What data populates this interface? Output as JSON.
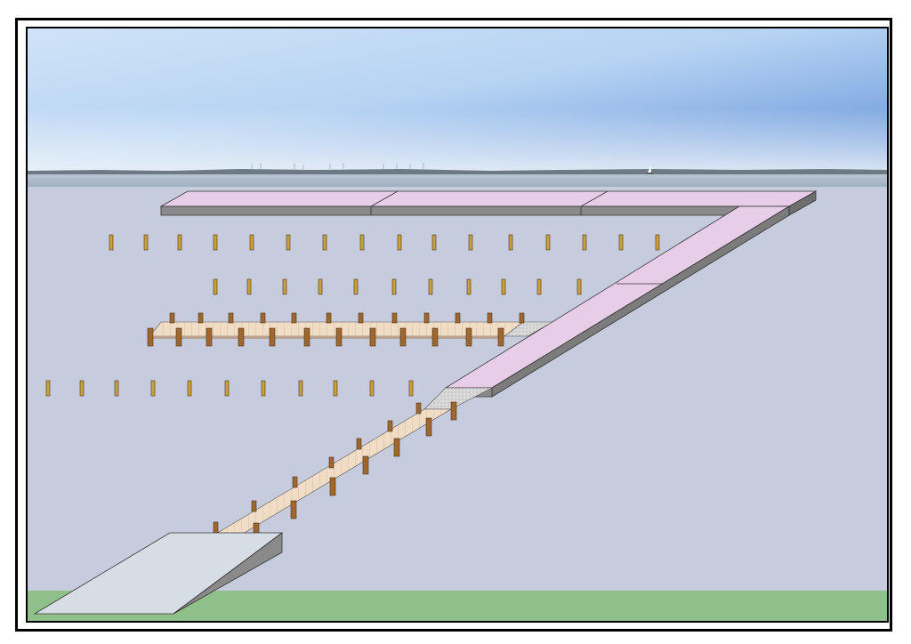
{
  "scene": {
    "colors": {
      "sky_top": "#5f8fd6",
      "sky_mid": "#b8d4f2",
      "sky_horizon": "#eef3f8",
      "distant_water": "#a9b8c8",
      "water": "#c6ccdd",
      "shore_grass": "#8fc08a",
      "pontoon_top": "#e8cde8",
      "pontoon_side": "#7c7c7c",
      "walkway_deck": "#f1dcc6",
      "post_wood": "#a0662e",
      "pile_gold": "#c9a03a",
      "ramp_gray": "#d7dde5",
      "ramp_side": "#8a8a8a",
      "frame": "#000000"
    },
    "elements": {
      "sky": "sky",
      "horizon_shoreline": "horizon-shoreline",
      "wind_turbines": "wind-turbines",
      "sailboat": "sailboat-icon",
      "water": "water-surface",
      "shore": "grass-shore",
      "launch_ramp": "launch-ramp",
      "access_walkway": "access-walkway",
      "main_pontoon": "main-pontoon",
      "finger_pier": "finger-pier",
      "mooring_piles_row1": "mooring-pile-row-1",
      "mooring_piles_row2": "mooring-pile-row-2",
      "mooring_piles_row3": "mooring-pile-row-3"
    }
  }
}
